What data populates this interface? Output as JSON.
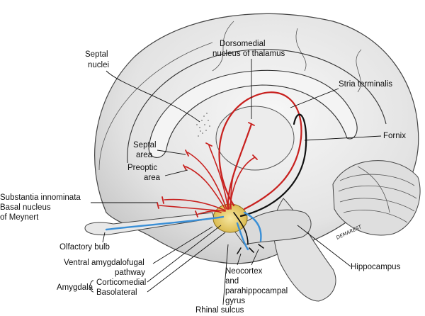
{
  "labels": {
    "septal_nuclei_1": "Septal",
    "septal_nuclei_2": "nuclei",
    "dorsomedial_1": "Dorsomedial",
    "dorsomedial_2": "nucleus of thalamus",
    "stria_terminalis": "Stria terminalis",
    "fornix": "Fornix",
    "septal_area_1": "Septal",
    "septal_area_2": "area",
    "preoptic_1": "Preoptic",
    "preoptic_2": "area",
    "substantia_1": "Substantia innominata",
    "substantia_2": "Basal nucleus",
    "substantia_3": "of Meynert",
    "olfactory_bulb": "Olfactory bulb",
    "ventral_1": "Ventral amygdalofugal",
    "ventral_2": "pathway",
    "amygdala": "Amygdala",
    "corticomedial": "Corticomedial",
    "basolateral": "Basolateral",
    "rhinal_sulcus": "Rhinal sulcus",
    "neocortex_1": "Neocortex",
    "neocortex_2": "and",
    "neocortex_3": "parahippocampal",
    "neocortex_4": "gyrus",
    "hippocampus": "Hippocampus",
    "signature": "DEMAREST"
  },
  "colors": {
    "efferent_red": "#c8201e",
    "afferent_blue": "#3a8fd6",
    "amygdala_yellow": "#f1d77a",
    "brain_shading": "#e6e6e6"
  }
}
